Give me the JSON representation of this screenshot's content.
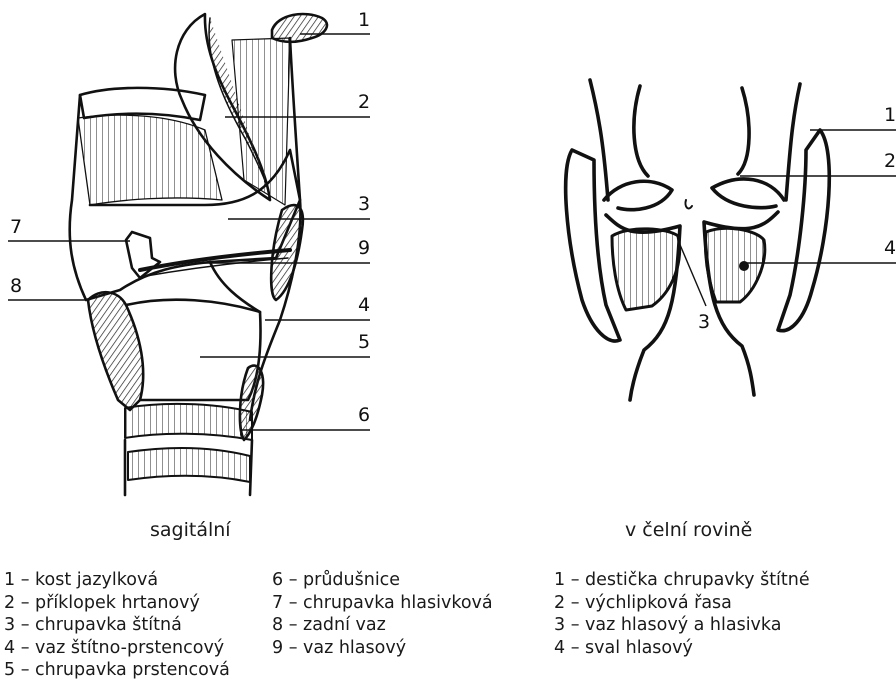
{
  "sagittal": {
    "caption": "sagitální",
    "callouts": [
      "1",
      "2",
      "3",
      "9",
      "4",
      "5",
      "6",
      "7",
      "8"
    ],
    "legend_left": [
      "1 – kost jazylková",
      "2 – příklopek hrtanový",
      "3 – chrupavka štítná",
      "4 – vaz štítno-prstencový",
      "5 – chrupavka prstencová"
    ],
    "legend_right": [
      "6 – průdušnice",
      "7 – chrupavka hlasivková",
      "8 – zadní vaz",
      "9 – vaz hlasový"
    ]
  },
  "frontal": {
    "caption": "v čelní rovině",
    "callouts": [
      "1",
      "2",
      "4",
      "3"
    ],
    "legend": [
      "1 – destička chrupavky štítné",
      "2 – výchlipková řasa",
      "3 – vaz hlasový a hlasivka",
      "4 – sval hlasový"
    ]
  }
}
